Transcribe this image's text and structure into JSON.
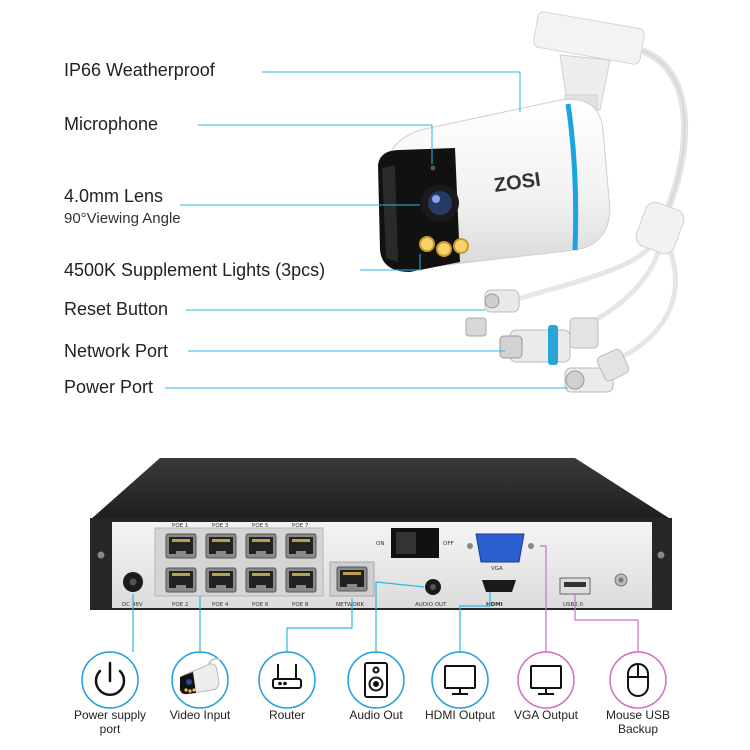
{
  "camera": {
    "brand": "ZOSI",
    "features": [
      {
        "key": "weatherproof",
        "label": "IP66 Weatherproof"
      },
      {
        "key": "microphone",
        "label": "Microphone"
      },
      {
        "key": "lens",
        "label": "4.0mm Lens",
        "sublabel": "90°Viewing Angle"
      },
      {
        "key": "lights",
        "label": "4500K Supplement Lights (3pcs)"
      },
      {
        "key": "reset",
        "label": "Reset Button"
      },
      {
        "key": "network",
        "label": "Network Port"
      },
      {
        "key": "power",
        "label": "Power Port"
      }
    ]
  },
  "nvr": {
    "poe_top": [
      "POE 1",
      "POE 3",
      "POE 5",
      "POE 7"
    ],
    "poe_bottom": [
      "POE 2",
      "POE 4",
      "POE 6",
      "POE 8"
    ],
    "dc_label": "DC 48V",
    "network_label": "NETWORK",
    "audio_label": "AUDIO OUT",
    "hdmi_label": "HDMI",
    "vga_label": "VGA",
    "usb_label": "USB2.0",
    "on_label": "ON",
    "off_label": "OFF"
  },
  "connections": [
    {
      "key": "power-supply",
      "label": "Power supply port",
      "icon": "power-icon"
    },
    {
      "key": "video-input",
      "label": "Video Input",
      "icon": "camera-icon"
    },
    {
      "key": "router",
      "label": "Router",
      "icon": "router-icon"
    },
    {
      "key": "audio-out",
      "label": "Audio Out",
      "icon": "speaker-icon"
    },
    {
      "key": "hdmi-output",
      "label": "HDMI Output",
      "icon": "monitor-icon"
    },
    {
      "key": "vga-output",
      "label": "VGA Output",
      "icon": "monitor-icon"
    },
    {
      "key": "mouse-usb",
      "label": "Mouse USB Backup",
      "icon": "mouse-icon"
    }
  ],
  "colors": {
    "leader_line": "#2bb6e6",
    "blue_circle": "#1e9fd9",
    "pink_circle": "#d06ec4",
    "nvr_body": "#2a2a2a",
    "panel": "#ececec",
    "label_text": "#222222"
  }
}
